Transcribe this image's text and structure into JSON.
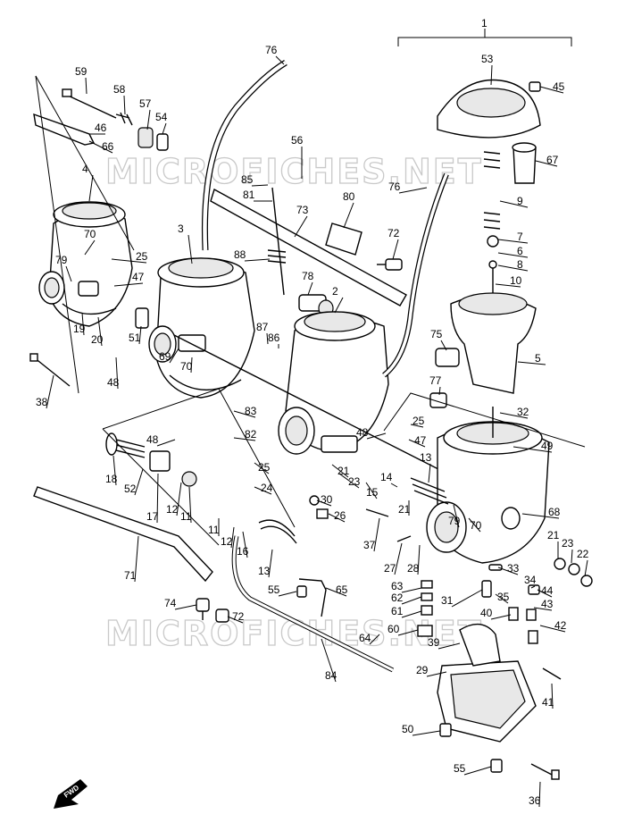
{
  "diagram": {
    "assembly_callout": "1",
    "watermark": "MICROFICHES.NET",
    "fwd_label": "FWD",
    "callouts": [
      {
        "id": "c59",
        "label": "59"
      },
      {
        "id": "c58",
        "label": "58"
      },
      {
        "id": "c57",
        "label": "57"
      },
      {
        "id": "c54",
        "label": "54"
      },
      {
        "id": "c46",
        "label": "46"
      },
      {
        "id": "c66",
        "label": "66"
      },
      {
        "id": "c4",
        "label": "4"
      },
      {
        "id": "c70a",
        "label": "70"
      },
      {
        "id": "c25a",
        "label": "25"
      },
      {
        "id": "c79a",
        "label": "79"
      },
      {
        "id": "c47a",
        "label": "47"
      },
      {
        "id": "c19",
        "label": "19"
      },
      {
        "id": "c20",
        "label": "20"
      },
      {
        "id": "c48a",
        "label": "48"
      },
      {
        "id": "c38",
        "label": "38"
      },
      {
        "id": "c76a",
        "label": "76"
      },
      {
        "id": "c3",
        "label": "3"
      },
      {
        "id": "c51",
        "label": "51"
      },
      {
        "id": "c69",
        "label": "69"
      },
      {
        "id": "c70b",
        "label": "70"
      },
      {
        "id": "c56",
        "label": "56"
      },
      {
        "id": "c85",
        "label": "85"
      },
      {
        "id": "c81",
        "label": "81"
      },
      {
        "id": "c73",
        "label": "73"
      },
      {
        "id": "c80",
        "label": "80"
      },
      {
        "id": "c72a",
        "label": "72"
      },
      {
        "id": "c88",
        "label": "88"
      },
      {
        "id": "c78",
        "label": "78"
      },
      {
        "id": "c87",
        "label": "87"
      },
      {
        "id": "c86",
        "label": "86"
      },
      {
        "id": "c2",
        "label": "2"
      },
      {
        "id": "c83",
        "label": "83"
      },
      {
        "id": "c82",
        "label": "82"
      },
      {
        "id": "c48b",
        "label": "48"
      },
      {
        "id": "c18",
        "label": "18"
      },
      {
        "id": "c52",
        "label": "52"
      },
      {
        "id": "c17",
        "label": "17"
      },
      {
        "id": "c12a",
        "label": "12"
      },
      {
        "id": "c11a",
        "label": "11"
      },
      {
        "id": "c25b",
        "label": "25"
      },
      {
        "id": "c24",
        "label": "24"
      },
      {
        "id": "c11b",
        "label": "11"
      },
      {
        "id": "c12b",
        "label": "12"
      },
      {
        "id": "c16",
        "label": "16"
      },
      {
        "id": "c13a",
        "label": "13"
      },
      {
        "id": "c71",
        "label": "71"
      },
      {
        "id": "c30",
        "label": "30"
      },
      {
        "id": "c26",
        "label": "26"
      },
      {
        "id": "c23",
        "label": "23"
      },
      {
        "id": "c21a",
        "label": "21"
      },
      {
        "id": "c15",
        "label": "15"
      },
      {
        "id": "c53",
        "label": "53"
      },
      {
        "id": "c45",
        "label": "45"
      },
      {
        "id": "c67",
        "label": "67"
      },
      {
        "id": "c76b",
        "label": "76"
      },
      {
        "id": "c9",
        "label": "9"
      },
      {
        "id": "c7",
        "label": "7"
      },
      {
        "id": "c6",
        "label": "6"
      },
      {
        "id": "c8",
        "label": "8"
      },
      {
        "id": "c10",
        "label": "10"
      },
      {
        "id": "c5",
        "label": "5"
      },
      {
        "id": "c75",
        "label": "75"
      },
      {
        "id": "c77",
        "label": "77"
      },
      {
        "id": "c32",
        "label": "32"
      },
      {
        "id": "c25c",
        "label": "25"
      },
      {
        "id": "c48c",
        "label": "48"
      },
      {
        "id": "c47b",
        "label": "47"
      },
      {
        "id": "c49",
        "label": "49"
      },
      {
        "id": "c13b",
        "label": "13"
      },
      {
        "id": "c14",
        "label": "14"
      },
      {
        "id": "c21b",
        "label": "21"
      },
      {
        "id": "c79b",
        "label": "79"
      },
      {
        "id": "c70c",
        "label": "70"
      },
      {
        "id": "c68",
        "label": "68"
      },
      {
        "id": "c37",
        "label": "37"
      },
      {
        "id": "c27",
        "label": "27"
      },
      {
        "id": "c28",
        "label": "28"
      },
      {
        "id": "c21c",
        "label": "21"
      },
      {
        "id": "c23b",
        "label": "23"
      },
      {
        "id": "c22",
        "label": "22"
      },
      {
        "id": "c33",
        "label": "33"
      },
      {
        "id": "c34",
        "label": "34"
      },
      {
        "id": "c35",
        "label": "35"
      },
      {
        "id": "c44",
        "label": "44"
      },
      {
        "id": "c43",
        "label": "43"
      },
      {
        "id": "c63",
        "label": "63"
      },
      {
        "id": "c62",
        "label": "62"
      },
      {
        "id": "c61",
        "label": "61"
      },
      {
        "id": "c31",
        "label": "31"
      },
      {
        "id": "c40",
        "label": "40"
      },
      {
        "id": "c42",
        "label": "42"
      },
      {
        "id": "c60",
        "label": "60"
      },
      {
        "id": "c64",
        "label": "64"
      },
      {
        "id": "c39",
        "label": "39"
      },
      {
        "id": "c29",
        "label": "29"
      },
      {
        "id": "c41",
        "label": "41"
      },
      {
        "id": "c55a",
        "label": "55"
      },
      {
        "id": "c65",
        "label": "65"
      },
      {
        "id": "c74",
        "label": "74"
      },
      {
        "id": "c72b",
        "label": "72"
      },
      {
        "id": "c84",
        "label": "84"
      },
      {
        "id": "c50",
        "label": "50"
      },
      {
        "id": "c55b",
        "label": "55"
      },
      {
        "id": "c36",
        "label": "36"
      }
    ]
  }
}
